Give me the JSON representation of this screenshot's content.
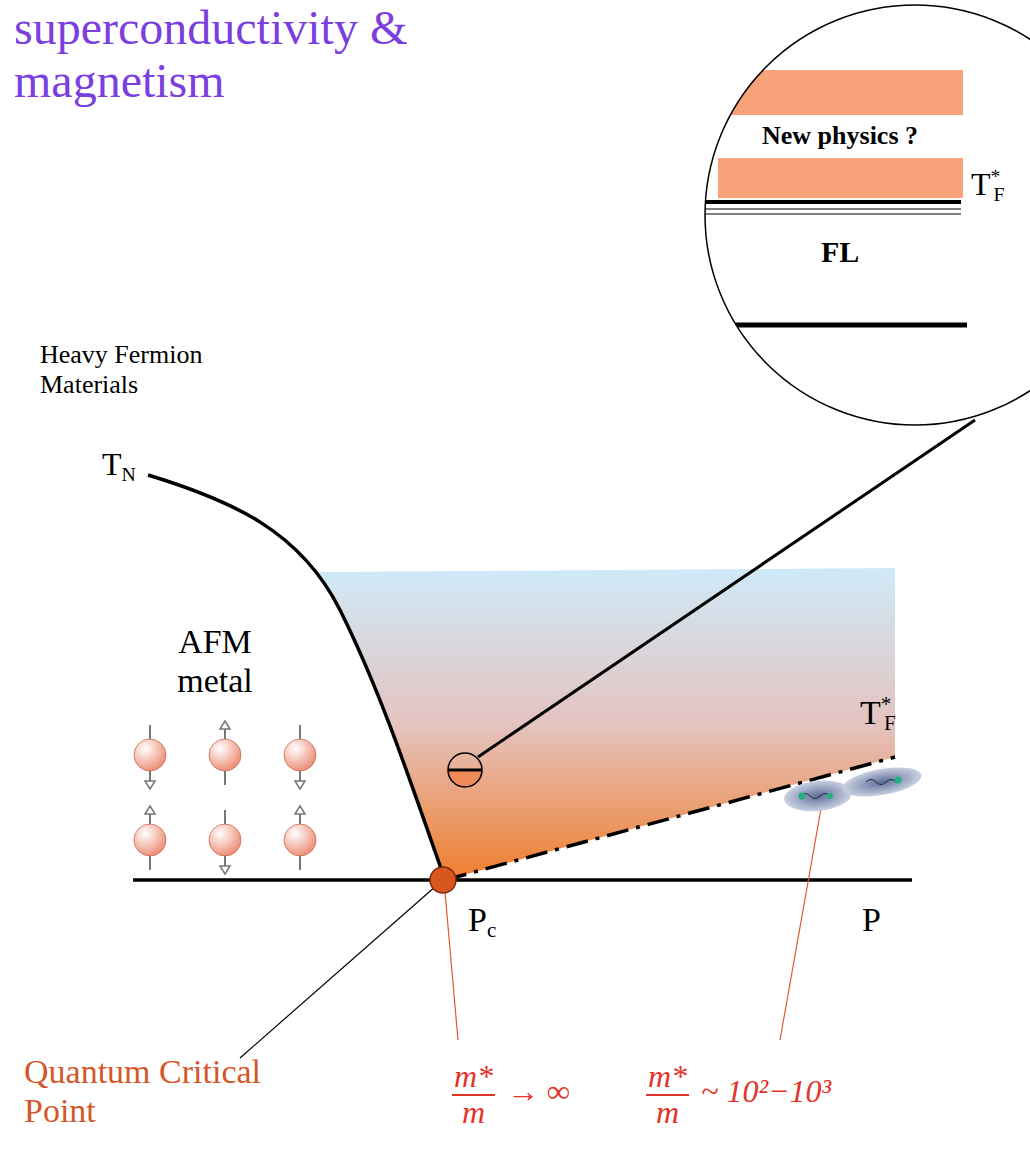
{
  "diagram": {
    "title": "superconductivity & magnetism",
    "nodes": [
      {
        "text": [
          "New physics ?",
          "TF*",
          "FL"
        ]
      }
    ],
    "labels": [
      "Heavy Fermion Materials",
      "TN",
      "AFM metal",
      "TF*",
      "Pc",
      "P",
      "Quantum Critical Point",
      "m*/m → ∞",
      "m*/m ~ 10²−10³"
    ]
  }
}
